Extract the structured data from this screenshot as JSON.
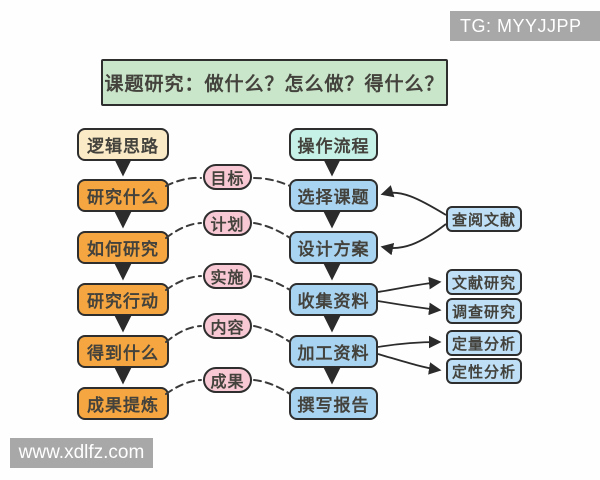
{
  "header": {
    "tg_badge": "TG: MYYJJPP",
    "title": "课题研究：做什么？怎么做？得什么？"
  },
  "footer": {
    "watermark": "www.xdlfz.com"
  },
  "diagram": {
    "left_header": "逻辑思路",
    "right_header": "操作流程",
    "left_steps": [
      "研究什么",
      "如何研究",
      "研究行动",
      "得到什么",
      "成果提炼"
    ],
    "stage_pills": [
      "目标",
      "计划",
      "实施",
      "内容",
      "成果"
    ],
    "right_steps": [
      "选择课题",
      "设计方案",
      "收集资料",
      "加工资料",
      "撰写报告"
    ],
    "side_boxes": [
      "查阅文献",
      "文献研究",
      "调查研究",
      "定量分析",
      "定性分析"
    ],
    "colors": {
      "left_header_fill": "#faeac6",
      "left_fill": "#f5a640",
      "right_header_fill": "#c5f1e6",
      "right_fill": "#a9d4f1",
      "side_fill": "#bedff6",
      "pill_fill": "#f8c9d4",
      "title_fill": "#c9e6ca",
      "badge_bg": "#a8a8a8",
      "border": "#2e2e2e"
    }
  }
}
